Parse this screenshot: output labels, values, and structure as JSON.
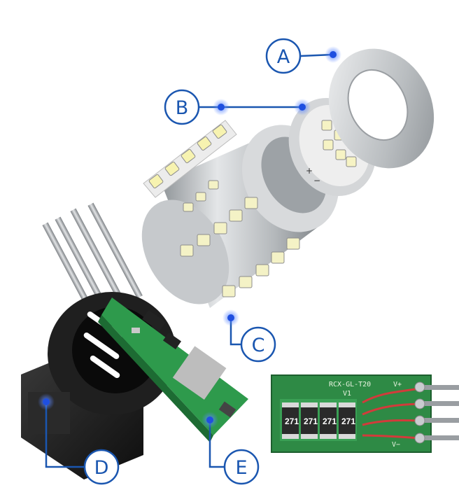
{
  "callouts": [
    {
      "id": "A",
      "label": "A"
    },
    {
      "id": "B",
      "label": "B"
    },
    {
      "id": "C",
      "label": "C"
    },
    {
      "id": "D",
      "label": "D"
    },
    {
      "id": "E",
      "label": "E"
    }
  ],
  "pcb_inset": {
    "model": "RCX-GL-T20",
    "version": "V1",
    "plus": "V+",
    "minus": "V−",
    "resistors": [
      "271",
      "271",
      "271",
      "271"
    ]
  },
  "colors": {
    "callout_blue": "#1a56b0",
    "dot_blue": "#1f4fe0",
    "pcb_green": "#2e9a4c",
    "housing_gray": "#b8bcc0",
    "socket_black": "#1c1c1c"
  },
  "led_board_markings": {
    "plus": "+",
    "minus": "−"
  }
}
